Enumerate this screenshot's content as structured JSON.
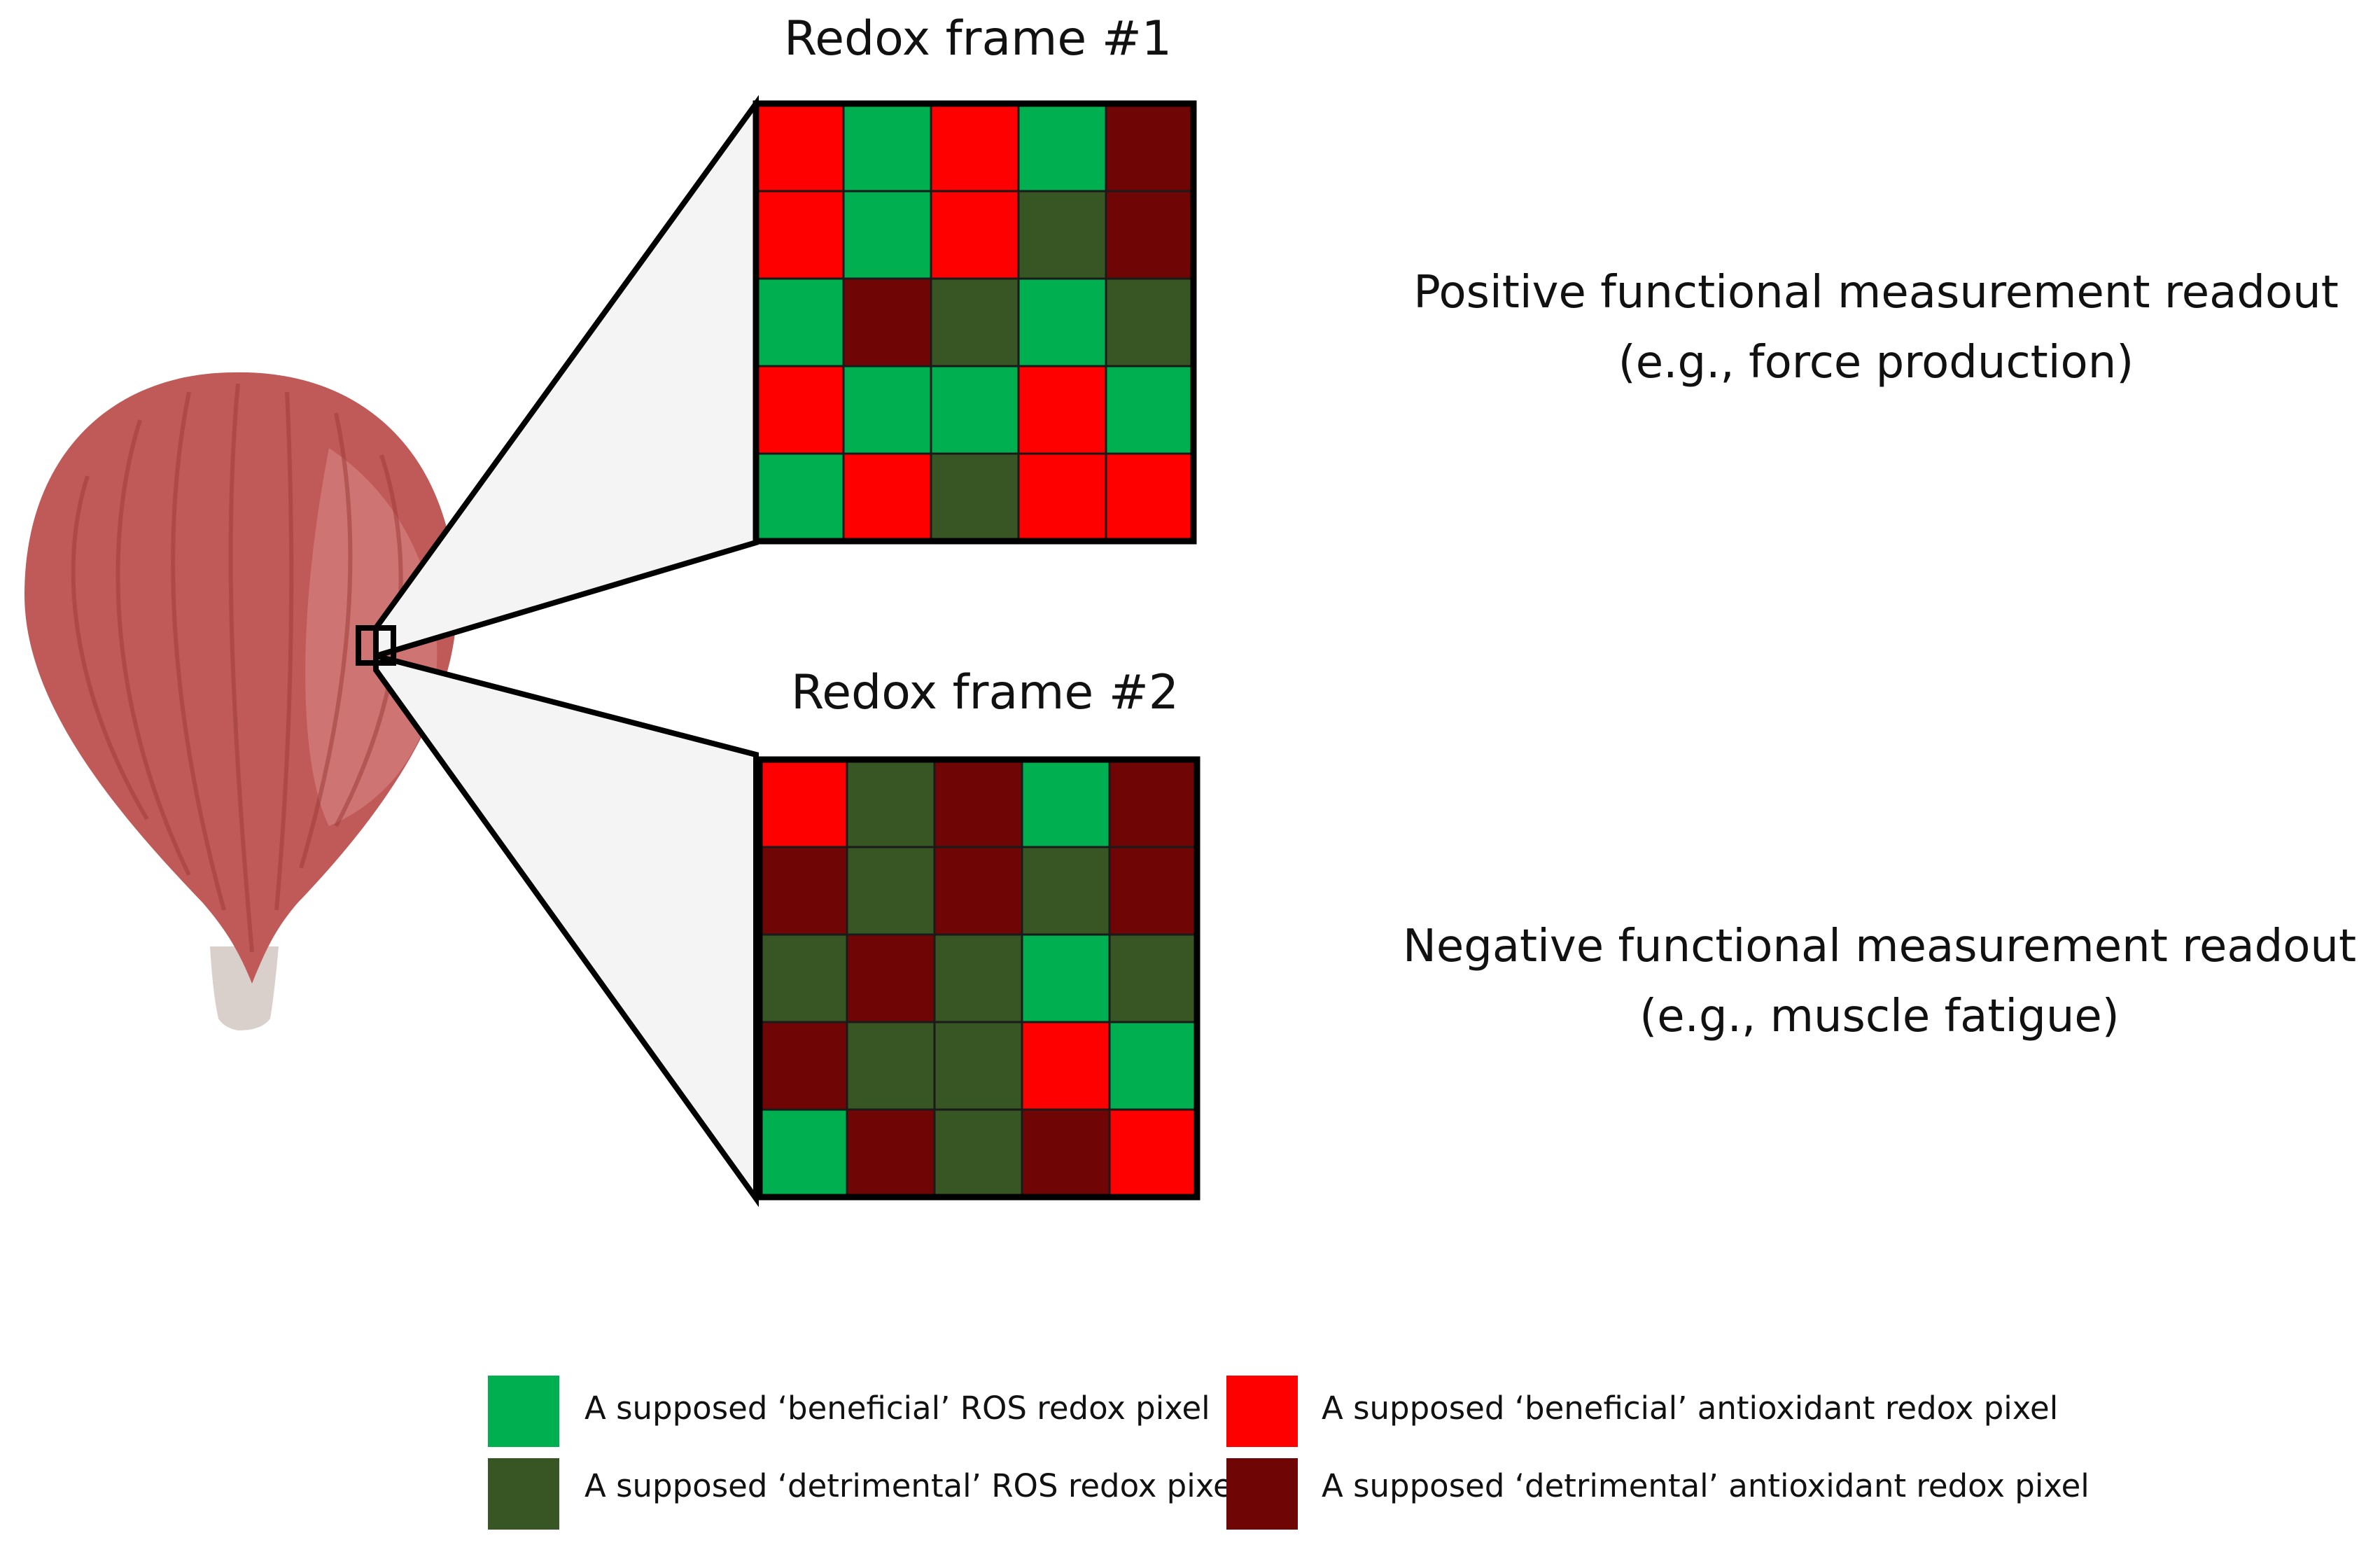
{
  "colors": {
    "beneficial_ros": "#00AF50",
    "detrimental_ros": "#375623",
    "beneficial_antioxidant": "#FF0000",
    "detrimental_antioxidant": "#700505",
    "muscle": "#C05A58",
    "tendon": "#D9D0CC",
    "zoom_fill": "#F4F4F4"
  },
  "icons": {
    "muscle": "muscle-illustration",
    "zoom": "zoom-box"
  },
  "frames": [
    {
      "title": "Redox frame #1",
      "grid": [
        [
          "BA",
          "BR",
          "BA",
          "BR",
          "DA"
        ],
        [
          "BA",
          "BR",
          "BA",
          "DR",
          "DA"
        ],
        [
          "BR",
          "DA",
          "DR",
          "BR",
          "DR"
        ],
        [
          "BA",
          "BR",
          "BR",
          "BA",
          "BR"
        ],
        [
          "BR",
          "BA",
          "DR",
          "BA",
          "BA"
        ]
      ]
    },
    {
      "title": "Redox frame #2",
      "grid": [
        [
          "BA",
          "DR",
          "DA",
          "BR",
          "DA"
        ],
        [
          "DA",
          "DR",
          "DA",
          "DR",
          "DA"
        ],
        [
          "DR",
          "DA",
          "DR",
          "BR",
          "DR"
        ],
        [
          "DA",
          "DR",
          "DR",
          "BA",
          "BR"
        ],
        [
          "BR",
          "DA",
          "DR",
          "DA",
          "BA"
        ]
      ]
    }
  ],
  "readouts": [
    {
      "line1": "Positive functional measurement readout",
      "line2": "(e.g., force production)"
    },
    {
      "line1": "Negative functional measurement readout",
      "line2": "(e.g., muscle fatigue)"
    }
  ],
  "legend": [
    {
      "key": "BR",
      "label": "A supposed ‘beneficial’ ROS redox pixel"
    },
    {
      "key": "BA",
      "label": "A supposed ‘beneficial’ antioxidant redox pixel"
    },
    {
      "key": "DR",
      "label": "A supposed ‘detrimental’ ROS redox pixel"
    },
    {
      "key": "DA",
      "label": "A supposed ‘detrimental’ antioxidant redox pixel"
    }
  ]
}
